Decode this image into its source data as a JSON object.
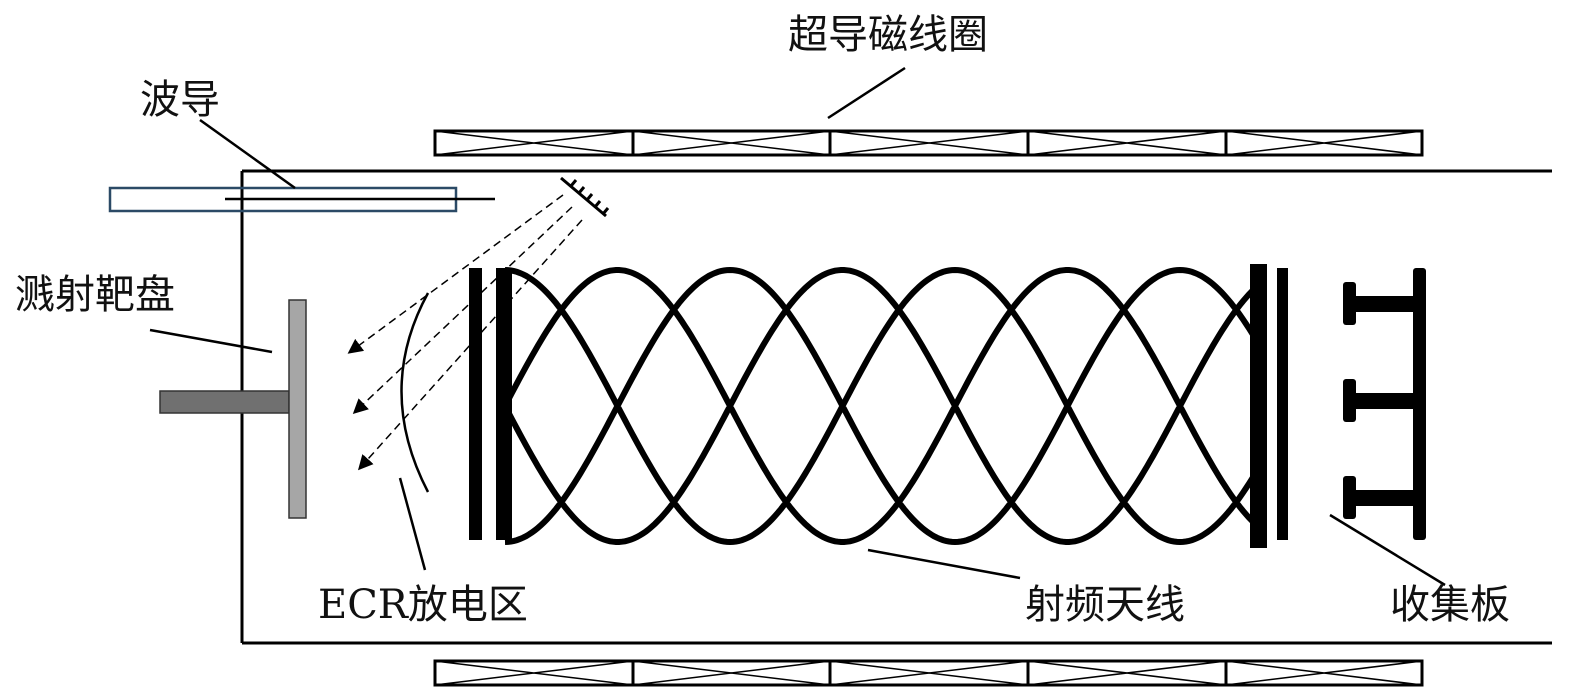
{
  "labels": {
    "coil": "超导磁线圈",
    "waveguide": "波导",
    "target": "溅射靶盘",
    "ecr": "ECR放电区",
    "antenna": "射频天线",
    "collector": "收集板"
  },
  "colors": {
    "line": "#000000",
    "waveguide": "#2b4a66",
    "target": "#a6a6a6",
    "rod": "#707070"
  }
}
